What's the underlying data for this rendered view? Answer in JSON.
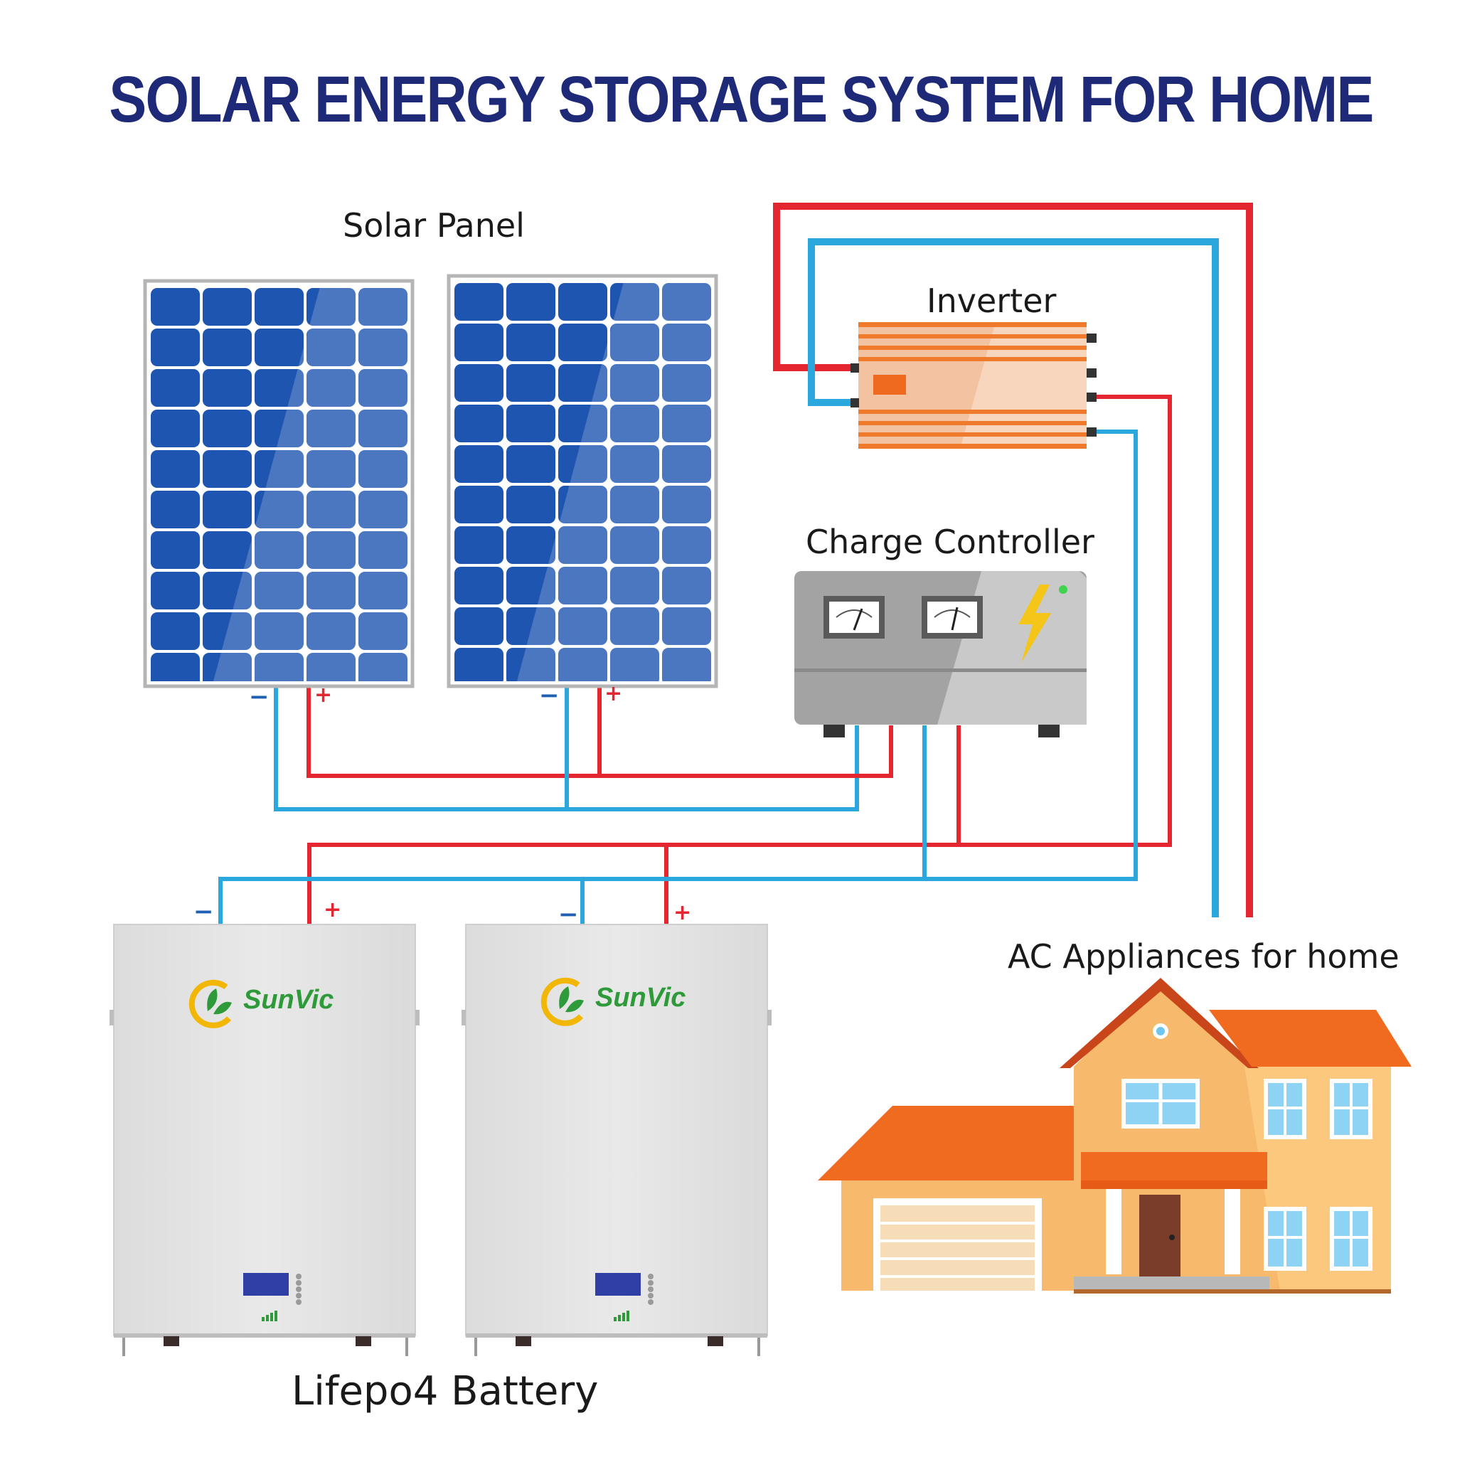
{
  "title": "SOLAR  ENERGY STORAGE SYSTEM FOR HOME",
  "labels": {
    "solar_panel": "Solar Panel",
    "inverter": "Inverter",
    "charge_controller": "Charge Controller",
    "battery": "Lifepo4 Battery",
    "ac_appliances": "AC Appliances for home"
  },
  "brand": "SunVic",
  "polarity": {
    "negative": "−",
    "positive": "+"
  },
  "colors": {
    "title": "#1e2a78",
    "positive_wire": "#e3262f",
    "negative_wire": "#2aa7dc",
    "brand_green": "#2e9a3a",
    "brand_gold": "#f2b705",
    "panel_blue": "#1d5fb4",
    "inverter_orange": "#f07b2c",
    "roof_orange": "#f06a1f",
    "house_wall": "#f7b96b"
  }
}
